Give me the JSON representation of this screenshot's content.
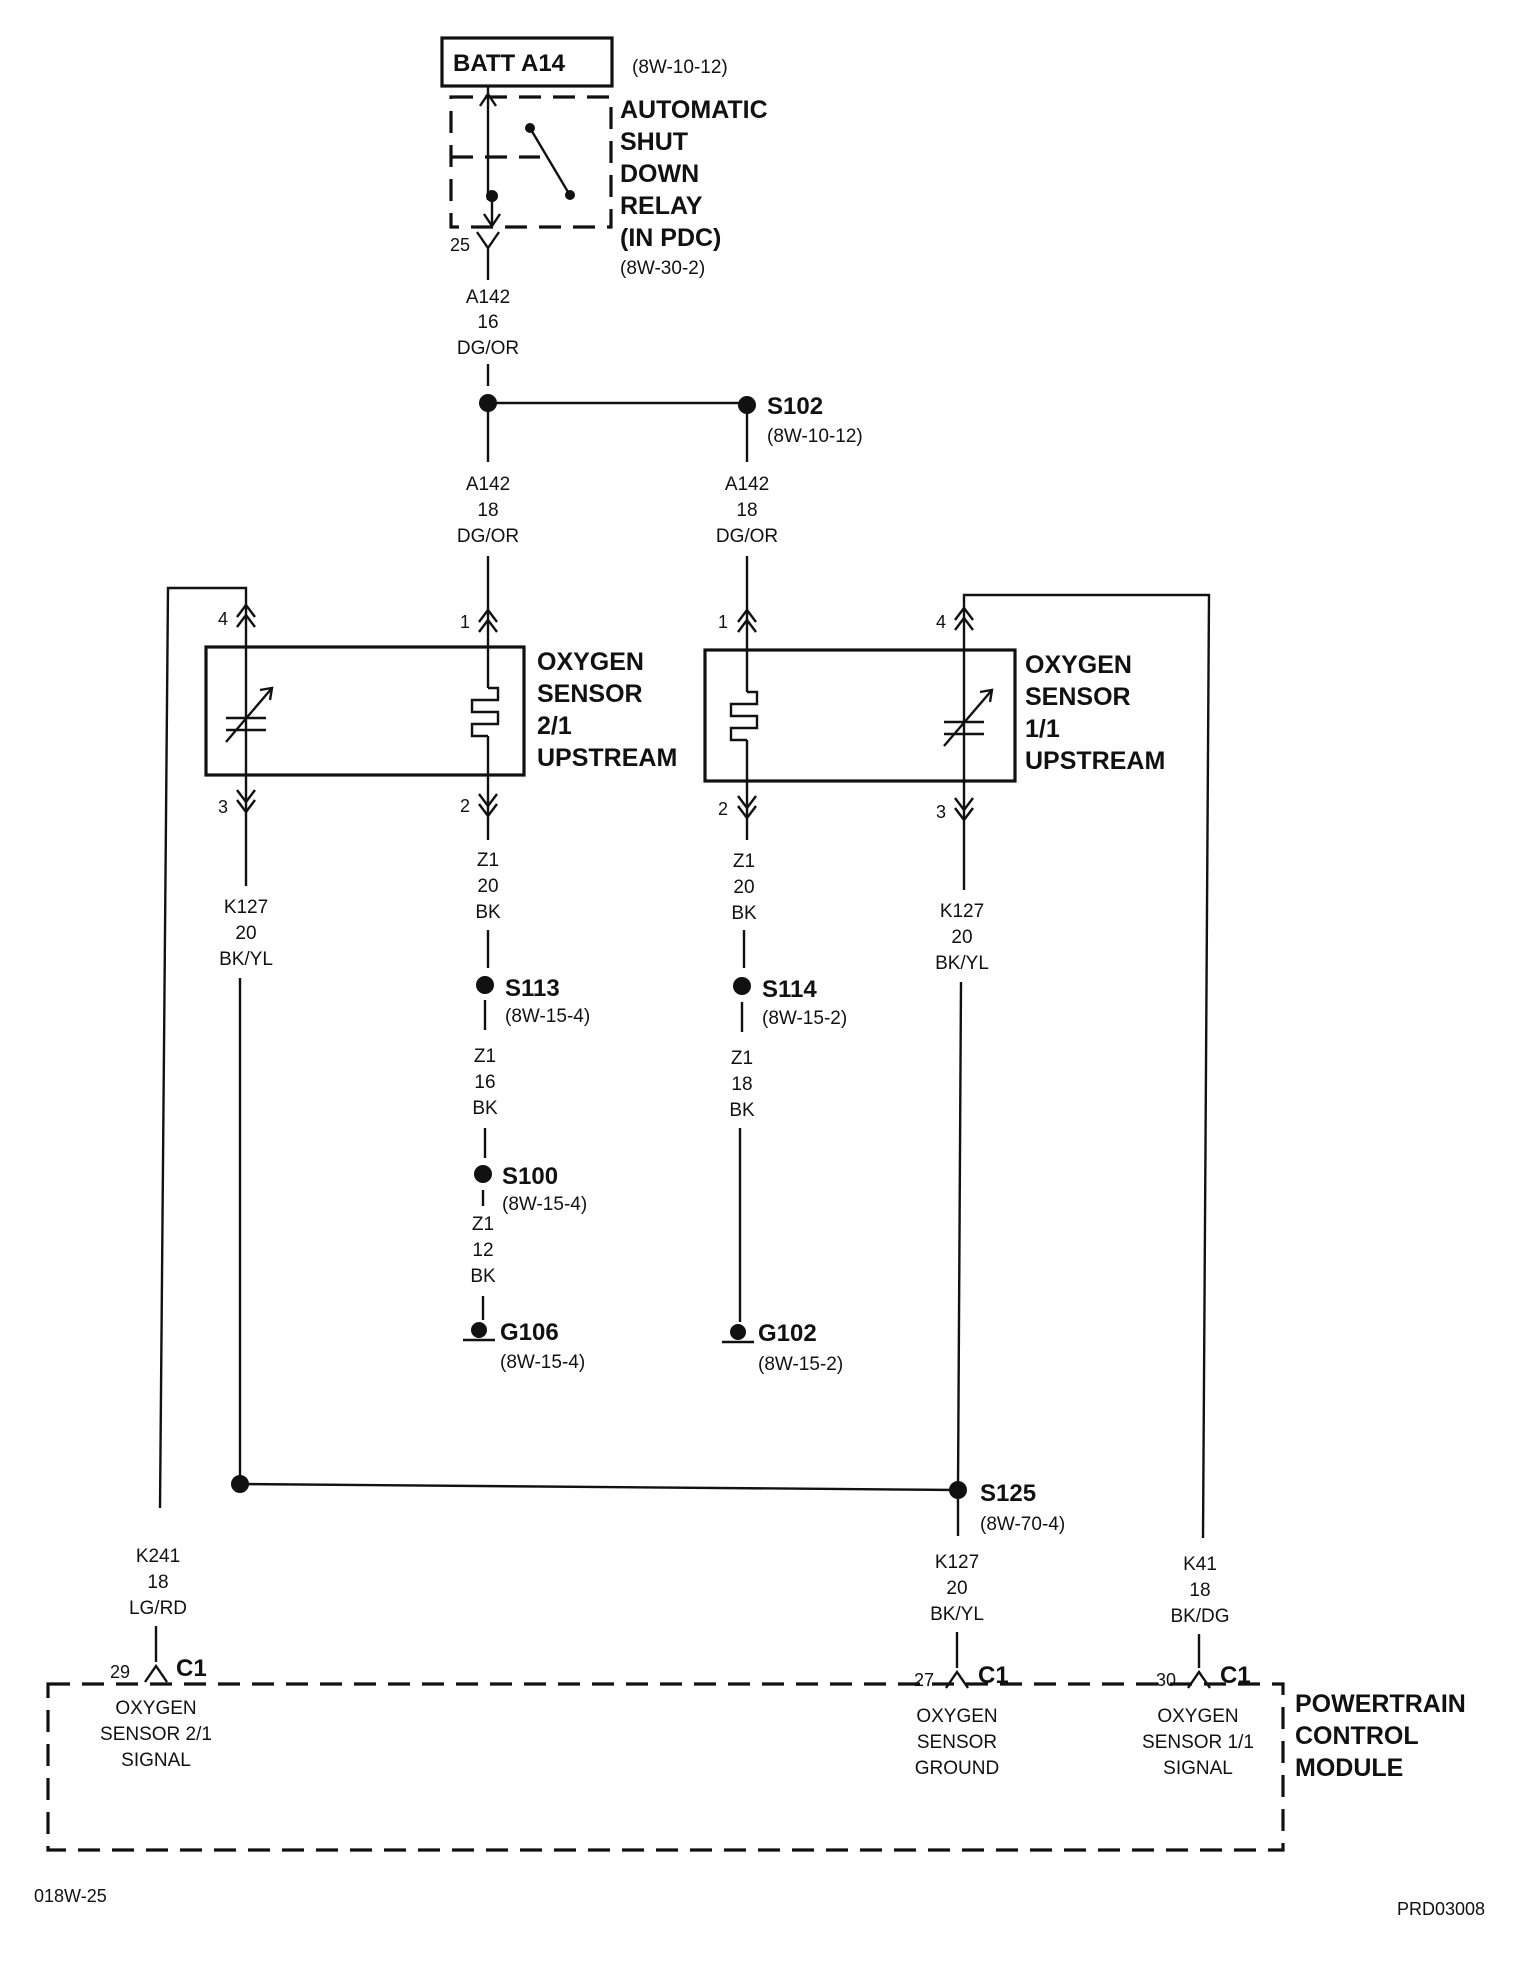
{
  "batt": {
    "label": "BATT A14",
    "ref": "(8W-10-12)"
  },
  "asd_relay": {
    "line1": "AUTOMATIC",
    "line2": "SHUT",
    "line3": "DOWN",
    "line4": "RELAY",
    "line5": "(IN PDC)",
    "ref": "(8W-30-2)",
    "pin": "25"
  },
  "wire_a142_16": {
    "circuit": "A142",
    "gauge": "16",
    "color": "DG/OR"
  },
  "s102": {
    "label": "S102",
    "ref": "(8W-10-12)"
  },
  "wire_a142_18_left": {
    "circuit": "A142",
    "gauge": "18",
    "color": "DG/OR"
  },
  "wire_a142_18_right": {
    "circuit": "A142",
    "gauge": "18",
    "color": "DG/OR"
  },
  "sensor_21": {
    "line1": "OXYGEN",
    "line2": "SENSOR",
    "line3": "2/1",
    "line4": "UPSTREAM",
    "pin_sig_top": "4",
    "pin_heat_top": "1",
    "pin_sig_bot": "3",
    "pin_heat_bot": "2"
  },
  "sensor_11": {
    "line1": "OXYGEN",
    "line2": "SENSOR",
    "line3": "1/1",
    "line4": "UPSTREAM",
    "pin_heat_top": "1",
    "pin_sig_top": "4",
    "pin_heat_bot": "2",
    "pin_sig_bot": "3"
  },
  "wire_k127_left": {
    "circuit": "K127",
    "gauge": "20",
    "color": "BK/YL"
  },
  "wire_z1_20_left": {
    "circuit": "Z1",
    "gauge": "20",
    "color": "BK"
  },
  "wire_z1_20_right": {
    "circuit": "Z1",
    "gauge": "20",
    "color": "BK"
  },
  "wire_k127_right": {
    "circuit": "K127",
    "gauge": "20",
    "color": "BK/YL"
  },
  "s113": {
    "label": "S113",
    "ref": "(8W-15-4)"
  },
  "s114": {
    "label": "S114",
    "ref": "(8W-15-2)"
  },
  "wire_z1_16": {
    "circuit": "Z1",
    "gauge": "16",
    "color": "BK"
  },
  "wire_z1_18": {
    "circuit": "Z1",
    "gauge": "18",
    "color": "BK"
  },
  "s100": {
    "label": "S100",
    "ref": "(8W-15-4)"
  },
  "wire_z1_12": {
    "circuit": "Z1",
    "gauge": "12",
    "color": "BK"
  },
  "g106": {
    "label": "G106",
    "ref": "(8W-15-4)"
  },
  "g102": {
    "label": "G102",
    "ref": "(8W-15-2)"
  },
  "s125": {
    "label": "S125",
    "ref": "(8W-70-4)"
  },
  "wire_k241": {
    "circuit": "K241",
    "gauge": "18",
    "color": "LG/RD"
  },
  "wire_k127_pcm": {
    "circuit": "K127",
    "gauge": "20",
    "color": "BK/YL"
  },
  "wire_k41": {
    "circuit": "K41",
    "gauge": "18",
    "color": "BK/DG"
  },
  "c1_29": {
    "pin": "29",
    "connector": "C1",
    "fn1": "OXYGEN",
    "fn2": "SENSOR 2/1",
    "fn3": "SIGNAL"
  },
  "c1_27": {
    "pin": "27",
    "connector": "C1",
    "fn1": "OXYGEN",
    "fn2": "SENSOR",
    "fn3": "GROUND"
  },
  "c1_30": {
    "pin": "30",
    "connector": "C1",
    "fn1": "OXYGEN",
    "fn2": "SENSOR 1/1",
    "fn3": "SIGNAL"
  },
  "pcm": {
    "line1": "POWERTRAIN",
    "line2": "CONTROL",
    "line3": "MODULE"
  },
  "footer": {
    "left": "018W-25",
    "right": "PRD03008"
  }
}
